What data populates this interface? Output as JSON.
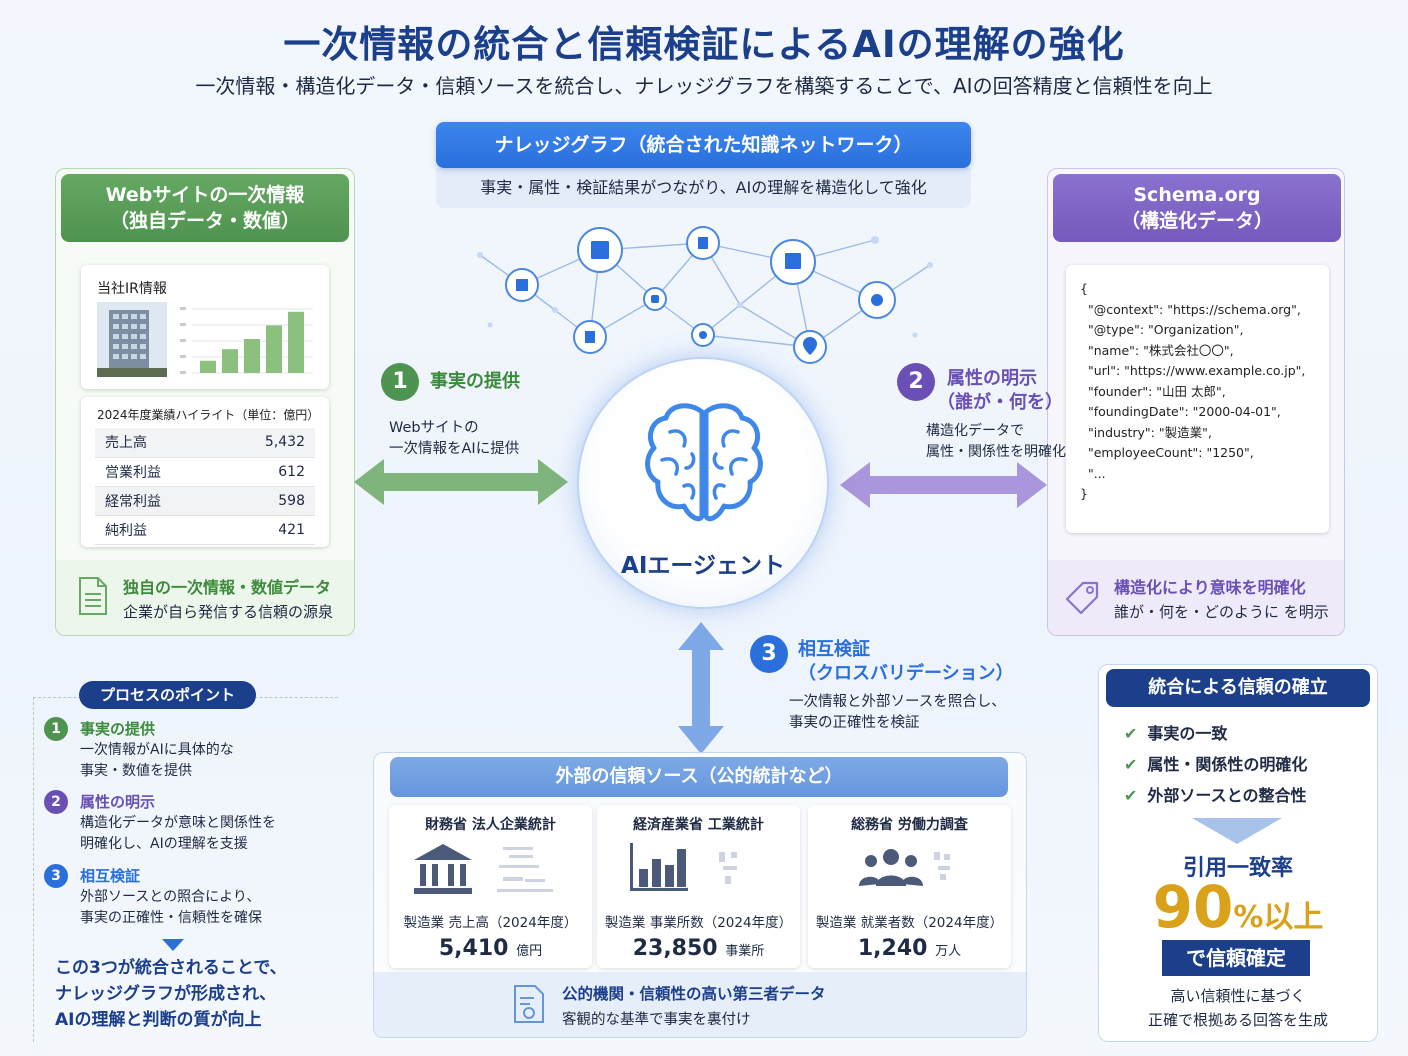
{
  "title": "一次情報の統合と信頼検証によるAIの理解の強化",
  "subtitle": "一次情報・構造化データ・信頼ソースを統合し、ナレッジグラフを構築することで、AIの回答精度と信頼性を向上",
  "knowledge_graph": {
    "header": "ナレッジグラフ（統合された知識ネットワーク）",
    "description": "事実・属性・検証結果がつながり、AIの理解を構造化して強化"
  },
  "left_panel": {
    "header_line1": "Webサイトの一次情報",
    "header_line2": "（独自データ・数値）",
    "ir_title": "当社IR情報",
    "chart_bars": [
      0.18,
      0.35,
      0.5,
      0.7,
      0.9
    ],
    "table_title": "2024年度業績ハイライト（単位：億円）",
    "rows": [
      {
        "label": "売上高",
        "value": "5,432"
      },
      {
        "label": "営業利益",
        "value": "612"
      },
      {
        "label": "経常利益",
        "value": "598"
      },
      {
        "label": "純利益",
        "value": "421"
      }
    ],
    "footer_title": "独自の一次情報・数値データ",
    "footer_desc": "企業が自ら発信する信頼の源泉"
  },
  "right_panel": {
    "header_line1": "Schema.org",
    "header_line2": "（構造化データ）",
    "code_lines": [
      "{",
      "  \"@context\": \"https://schema.org\",",
      "  \"@type\": \"Organization\",",
      "  \"name\": \"株式会社〇〇\",",
      "  \"url\": \"https://www.example.co.jp\",",
      "  \"founder\": \"山田 太郎\",",
      "  \"foundingDate\": \"2000-04-01\",",
      "  \"industry\": \"製造業\",",
      "  \"employeeCount\": \"1250\",",
      "  \"...",
      "}"
    ],
    "footer_title": "構造化により意味を明確化",
    "footer_desc": "誰が・何を・どのように を明示"
  },
  "steps": {
    "s1": {
      "num": "1",
      "title": "事実の提供",
      "desc1": "Webサイトの",
      "desc2": "一次情報をAIに提供"
    },
    "s2": {
      "num": "2",
      "title1": "属性の明示",
      "title2": "（誰が・何を）",
      "desc1": "構造化データで",
      "desc2": "属性・関係性を明確化"
    },
    "s3": {
      "num": "3",
      "title1": "相互検証",
      "title2": "（クロスバリデーション）",
      "desc1": "一次情報と外部ソースを照合し、",
      "desc2": "事実の正確性を検証"
    }
  },
  "center": {
    "label": "AIエージェント"
  },
  "process_points": {
    "header": "プロセスのポイント",
    "items": [
      {
        "num": "1",
        "title": "事実の提供",
        "desc1": "一次情報がAIに具体的な",
        "desc2": "事実・数値を提供",
        "color": "#4f9350"
      },
      {
        "num": "2",
        "title": "属性の明示",
        "desc1": "構造化データが意味と関係性を",
        "desc2": "明確化し、AIの理解を支援",
        "color": "#6a4fb6"
      },
      {
        "num": "3",
        "title": "相互検証",
        "desc1": "外部ソースとの照合により、",
        "desc2": "事実の正確性・信頼性を確保",
        "color": "#2a6fdc"
      }
    ],
    "conclusion1": "この3つが統合されることで、",
    "conclusion2": "ナレッジグラフが形成され、",
    "conclusion3": "AIの理解と判断の質が向上"
  },
  "external": {
    "header": "外部の信頼ソース（公的統計など）",
    "sources": [
      {
        "title": "財務省 法人企業統計",
        "label": "製造業 売上高（2024年度）",
        "value": "5,410",
        "unit": "億円",
        "icon": "bank-icon"
      },
      {
        "title": "経済産業省 工業統計",
        "label": "製造業 事業所数（2024年度）",
        "value": "23,850",
        "unit": "事業所",
        "icon": "bar-chart-icon"
      },
      {
        "title": "総務省 労働力調査",
        "label": "製造業 就業者数（2024年度）",
        "value": "1,240",
        "unit": "万人",
        "icon": "people-icon"
      }
    ],
    "footer_title": "公的機関・信頼性の高い第三者データ",
    "footer_desc": "客観的な基準で事実を裏付け"
  },
  "trust": {
    "header": "統合による信頼の確立",
    "checks": [
      "事実の一致",
      "属性・関係性の明確化",
      "外部ソースとの整合性"
    ],
    "rate_label": "引用一致率",
    "rate_value": "90",
    "rate_unit": "%以上",
    "confirm": "で信頼確定",
    "foot1": "高い信頼性に基づく",
    "foot2": "正確で根拠ある回答を生成"
  },
  "colors": {
    "navy": "#1c3f8c",
    "green": "#4f9350",
    "purple": "#6a4fb6",
    "blue": "#2a6fdc",
    "gold": "#d9a21a"
  }
}
